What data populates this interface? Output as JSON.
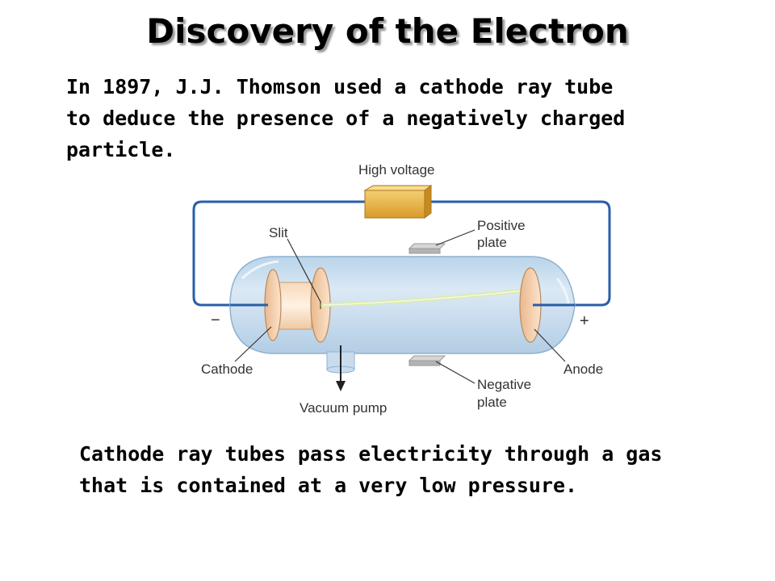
{
  "title": "Discovery of the Electron",
  "intro_lines": [
    "In 1897, J.J. Thomson used a cathode ray tube",
    "to deduce the presence of a negatively charged",
    "particle."
  ],
  "outro_lines": [
    "Cathode ray tubes pass electricity through a gas",
    "that is contained at a very low pressure."
  ],
  "diagram": {
    "high_voltage": "High voltage",
    "slit": "Slit",
    "positive_plate_1": "Positive",
    "positive_plate_2": "plate",
    "negative_plate_1": "Negative",
    "negative_plate_2": "plate",
    "cathode": "Cathode",
    "anode": "Anode",
    "vacuum_pump": "Vacuum pump",
    "minus": "−",
    "plus": "+",
    "colors": {
      "tube": "#cfe2f1",
      "wire": "#2a5ea8",
      "battery": "#e8b548",
      "beam": "#dcebb0",
      "electrode": "#f0c9a4"
    }
  }
}
